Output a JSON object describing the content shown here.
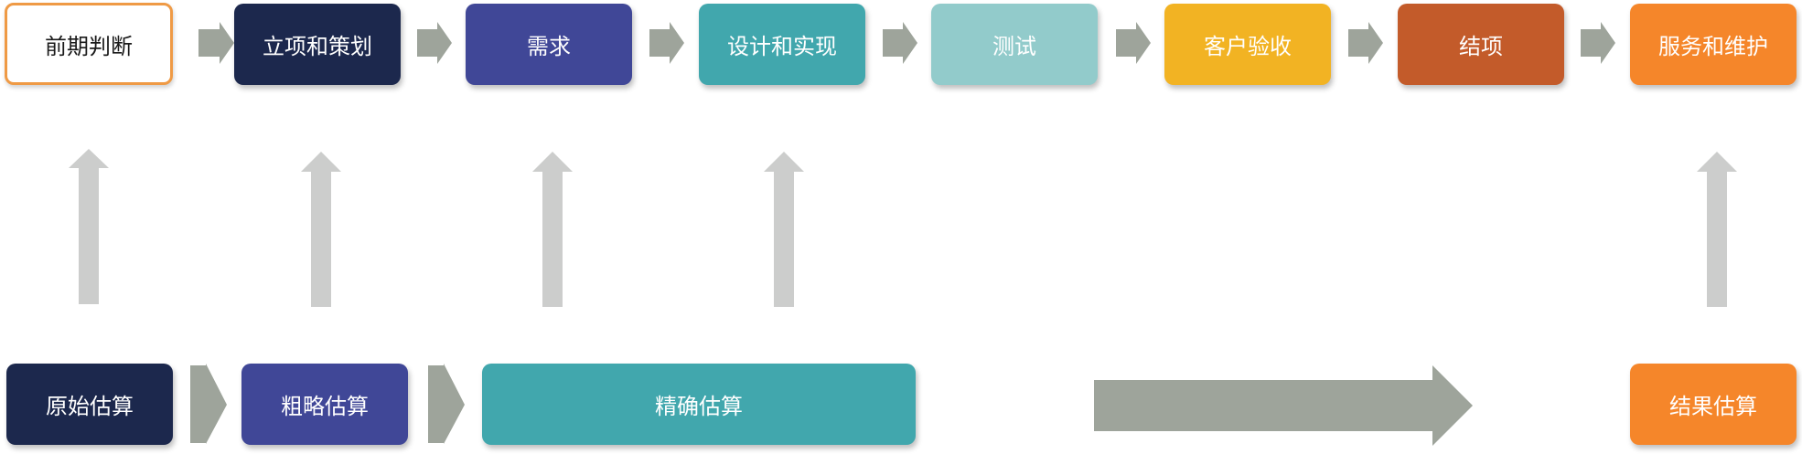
{
  "phases": [
    {
      "label": "前期判断",
      "color": "#ffffff",
      "outline": "#ef9a45",
      "text_color": "#1a1a1a"
    },
    {
      "label": "立项和策划",
      "color": "#1c284d"
    },
    {
      "label": "需求",
      "color": "#404797"
    },
    {
      "label": "设计和实现",
      "color": "#41a7ad"
    },
    {
      "label": "测试",
      "color": "#92cbcb"
    },
    {
      "label": "客户验收",
      "color": "#f2b323"
    },
    {
      "label": "结项",
      "color": "#c35b2a"
    },
    {
      "label": "服务和维护",
      "color": "#f5862a"
    }
  ],
  "estimates": [
    {
      "label": "原始估算",
      "color": "#1c284d"
    },
    {
      "label": "粗略估算",
      "color": "#404797"
    },
    {
      "label": "精确估算",
      "color": "#41a7ad"
    },
    {
      "label": "结果估算",
      "color": "#f5862a"
    }
  ],
  "arrow_colors": {
    "chevron": "#9ea49b",
    "up_arrow": "#cccdcc",
    "long_arrow": "#9ea49b"
  }
}
